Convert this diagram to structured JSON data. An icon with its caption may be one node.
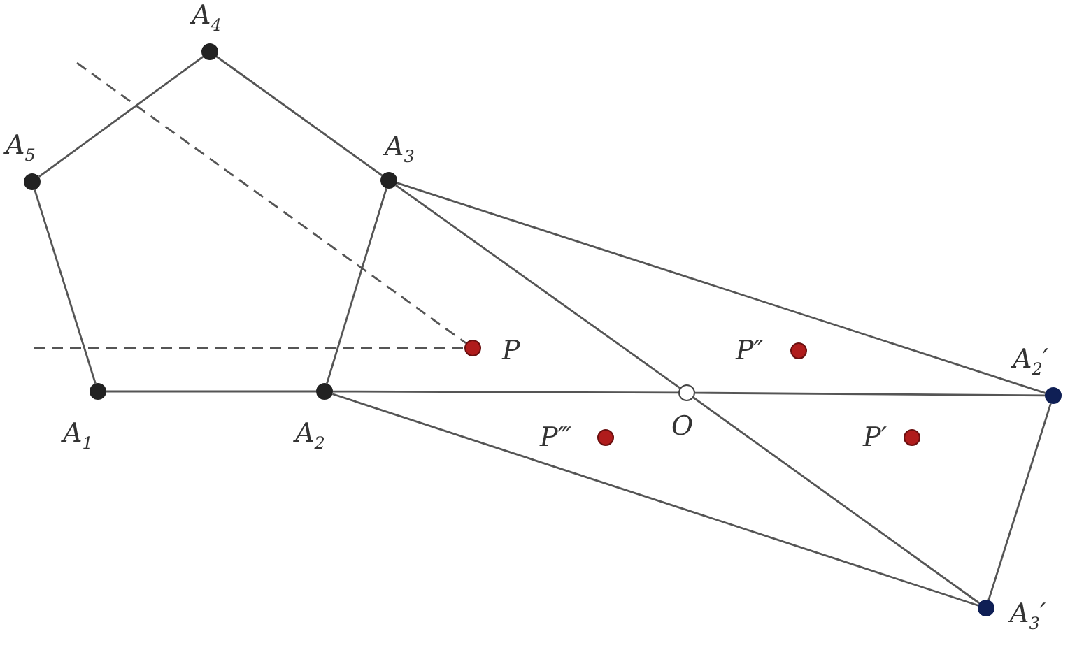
{
  "diagram": {
    "nodes": [
      {
        "text": [
          "A$_{1}$"
        ]
      },
      {
        "text": [
          "A$_{2}$"
        ]
      },
      {
        "text": [
          "A$_{3}$"
        ]
      },
      {
        "text": [
          "A$_{4}$"
        ]
      },
      {
        "text": [
          "A$_{5}$"
        ]
      },
      {
        "text": [
          "P"
        ]
      },
      {
        "text": [
          "O"
        ]
      },
      {
        "text": [
          "P″"
        ]
      },
      {
        "text": [
          "P‴"
        ]
      },
      {
        "text": [
          "P′"
        ]
      },
      {
        "text": [
          "A$_{2}$′"
        ]
      },
      {
        "text": [
          "A$_{3}$′"
        ]
      }
    ],
    "edges": [
      {
        "from": 0,
        "to": 1,
        "arrow": "none"
      },
      {
        "from": 1,
        "to": 2,
        "arrow": "none"
      },
      {
        "from": 2,
        "to": 3,
        "arrow": "none"
      },
      {
        "from": 3,
        "to": 4,
        "arrow": "none"
      },
      {
        "from": 4,
        "to": 0,
        "arrow": "none"
      },
      {
        "from": 1,
        "to": 6,
        "arrow": "none"
      },
      {
        "from": 6,
        "to": 10,
        "arrow": "none"
      },
      {
        "from": 2,
        "to": 6,
        "arrow": "none"
      },
      {
        "from": 6,
        "to": 11,
        "arrow": "none"
      },
      {
        "from": 2,
        "to": 10,
        "arrow": "none"
      },
      {
        "from": 1,
        "to": 11,
        "arrow": "none"
      },
      {
        "from": 10,
        "to": 11,
        "arrow": "none"
      },
      {
        "from": null,
        "to": 5,
        "arrow": "none",
        "style": "dashed"
      },
      {
        "from": null,
        "to": 5,
        "arrow": "none",
        "style": "dashed"
      }
    ]
  }
}
